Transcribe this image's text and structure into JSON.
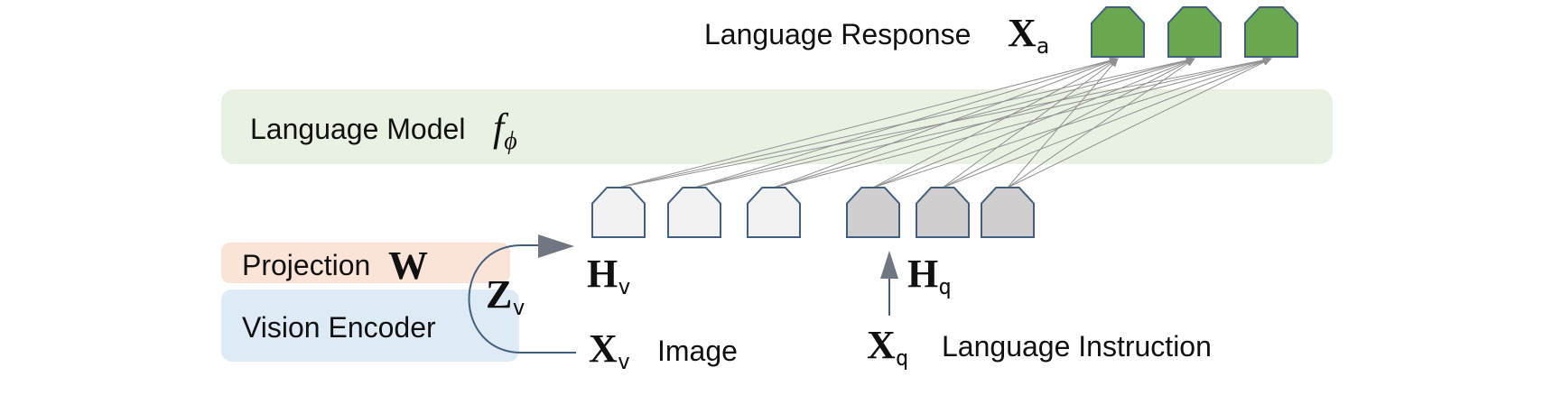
{
  "diagram": {
    "language_response": {
      "label": "Language Response",
      "symbol": "X",
      "subscript": "a"
    },
    "language_model": {
      "label": "Language Model",
      "symbol": "f",
      "subscript": "ϕ"
    },
    "projection": {
      "label": "Projection",
      "symbol": "W"
    },
    "vision_encoder": {
      "label": "Vision Encoder"
    },
    "visual_features": {
      "symbol": "Z",
      "subscript": "v"
    },
    "visual_tokens": {
      "symbol": "H",
      "subscript": "v"
    },
    "instruction_tokens": {
      "symbol": "H",
      "subscript": "q"
    },
    "image_input": {
      "label": "Image",
      "symbol": "X",
      "subscript": "v"
    },
    "instruction_input": {
      "label": "Language Instruction",
      "symbol": "X",
      "subscript": "q"
    }
  },
  "colors": {
    "language_model_bg": "#e9f2e2",
    "projection_bg": "#fbe4d7",
    "vision_encoder_bg": "#deebf6",
    "output_token": "#6aa84f",
    "visual_token": "#f2f2f2",
    "instruction_token": "#d0cece",
    "token_stroke": "#41607f",
    "arrow": "#41607f",
    "connector": "#909090"
  },
  "icons": [
    "pentagon-token",
    "arrow-head"
  ]
}
